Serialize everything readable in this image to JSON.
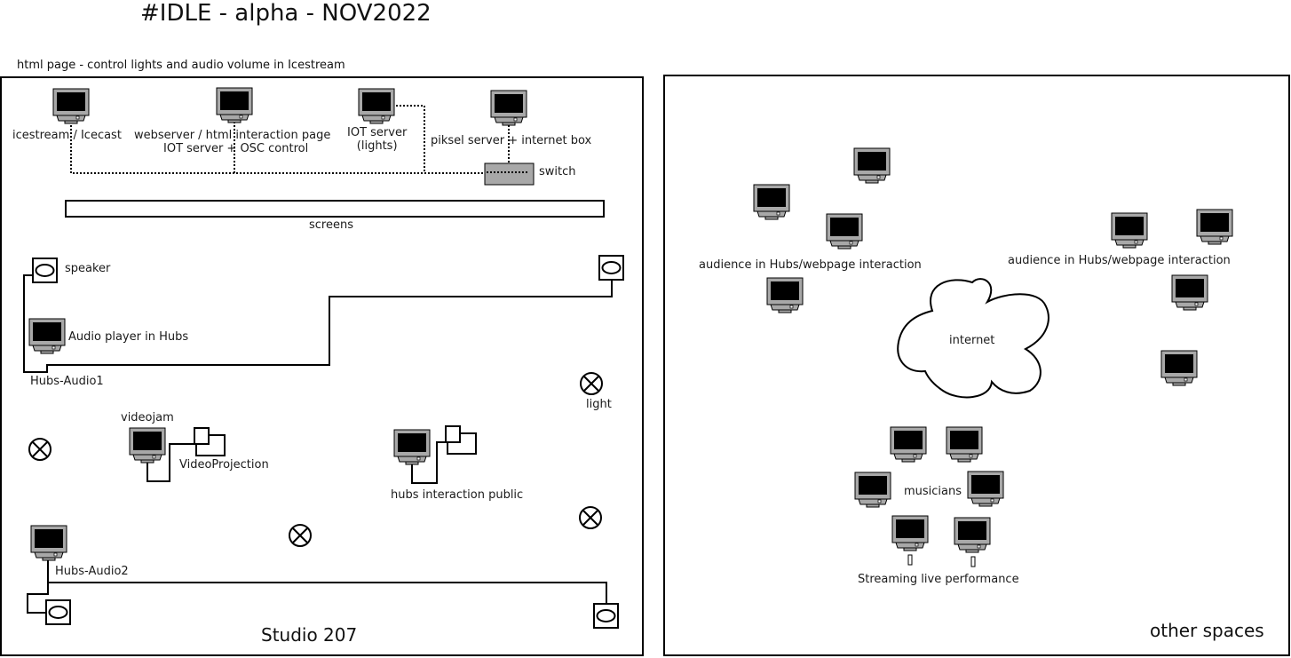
{
  "title": "#IDLE - alpha - NOV2022",
  "subtitle": "html page - control lights and audio volume in Icestream",
  "studio": {
    "name": "Studio 207",
    "devices": {
      "icestream": "icestream / Icecast",
      "webserver_line1": "webserver / html interaction page",
      "webserver_line2": "IOT server + OSC control",
      "iot_line1": "IOT server",
      "iot_line2": "(lights)",
      "piksel": "piksel server + internet box",
      "switch": "switch",
      "screens": "screens",
      "speaker": "speaker",
      "audio_player": "Audio player in Hubs",
      "hubs_audio1": "Hubs-Audio1",
      "hubs_audio2": "Hubs-Audio2",
      "videojam": "videojam",
      "video_projection": "VideoProjection",
      "hubs_public": "hubs interaction public",
      "light": "light"
    }
  },
  "other": {
    "name": "other spaces",
    "audience_left": "audience in Hubs/webpage interaction",
    "audience_right": "audience in Hubs/webpage interaction",
    "internet": "internet",
    "musicians": "musicians",
    "streaming": "Streaming live performance"
  }
}
